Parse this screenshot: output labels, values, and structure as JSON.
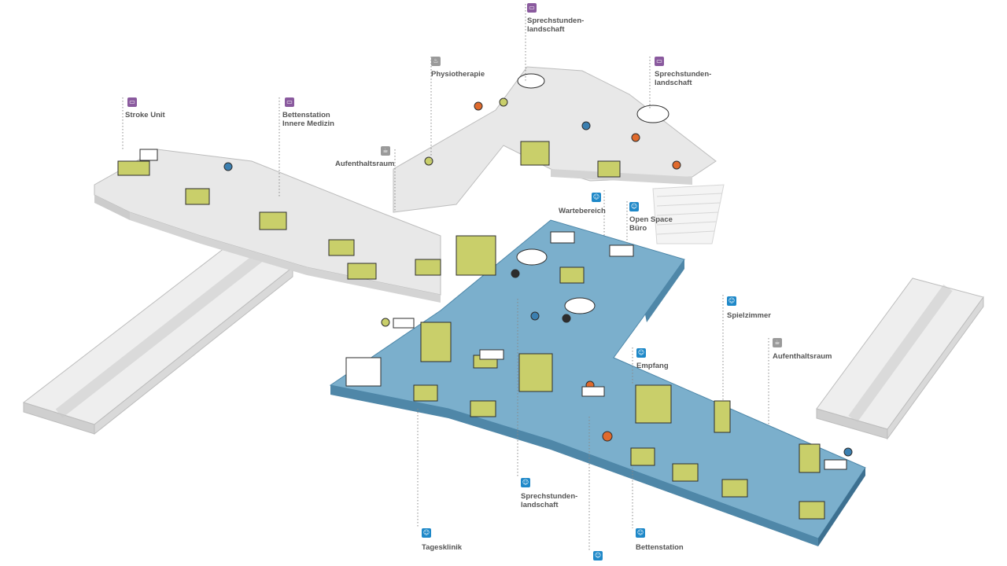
{
  "colors": {
    "purple": "#8a5a9e",
    "blue": "#1e88c8",
    "gray": "#9a9a9a",
    "floor_gray": "#e6e6e6",
    "floor_blue": "#6fa4c2",
    "olive": "#c9cf6a"
  },
  "labels": {
    "stroke_unit": "Stroke Unit",
    "bettenstation_innere": "Bettenstation\nInnere Medizin",
    "aufenthaltsraum_top": "Aufenthaltsraum",
    "physiotherapie": "Physiotherapie",
    "sprechstunden_top": "Sprechstunden-\nlandschaft",
    "sprechstunden_right": "Sprechstunden-\nlandschaft",
    "wartebereich": "Wartebereich",
    "open_space": "Open Space\nBüro",
    "spielzimmer": "Spielzimmer",
    "aufenthaltsraum_right": "Aufenthaltsraum",
    "empfang": "Empfang",
    "sprechstunden_bottom": "Sprechstunden-\nlandschaft",
    "tagesklinik": "Tagesklinik",
    "bettenstation": "Bettenstation"
  },
  "icons": {
    "purple": "monitor-icon",
    "blue": "kids-icon",
    "gray_stroke": "wash-icon",
    "gray": "cup-icon"
  }
}
